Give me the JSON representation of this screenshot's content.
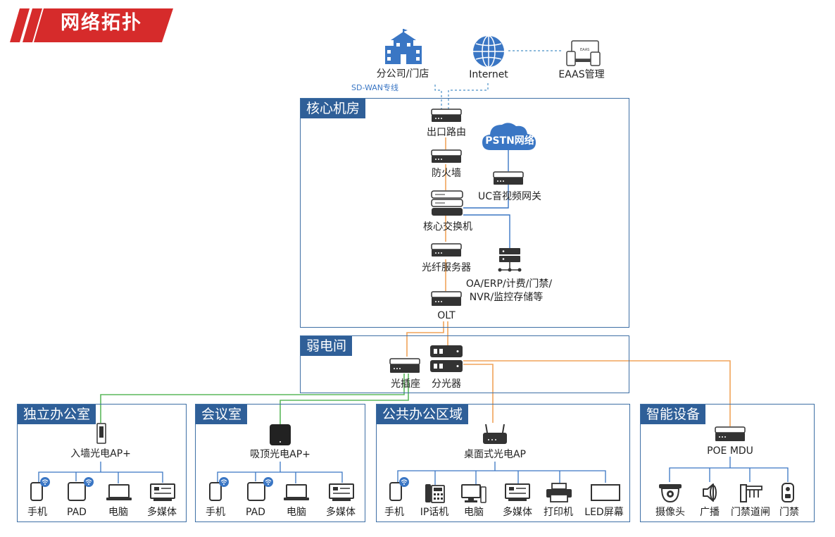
{
  "colors": {
    "accent_red": "#d62b2b",
    "box_border": "#3e6fa5",
    "label_bg": "#2f5f98",
    "fiber": "#f0a35a",
    "green_line": "#5cb85c",
    "blue_line": "#3a76c4",
    "dashed": "#4a90c8"
  },
  "header": {
    "title": "网络拓扑"
  },
  "top": {
    "branch": "分公司/门店",
    "internet": "Internet",
    "eaas": "EAAS管理",
    "eaas_icon_text": "EAAS",
    "sdwan": "SD-WAN专线"
  },
  "core": {
    "title": "核心机房",
    "router": "出口路由",
    "firewall": "防火墙",
    "switch": "核心交换机",
    "fiber_server": "光纤服务器",
    "olt": "OLT",
    "pstn": "PSTN网络",
    "uc_gateway": "UC音视频网关",
    "servers_line1": "OA/ERP/计费/门禁/",
    "servers_line2": "NVR/监控存储等"
  },
  "weak": {
    "title": "弱电间",
    "socket": "光插座",
    "splitter": "分光器"
  },
  "office": {
    "title": "独立办公室",
    "ap": "入墙光电AP+",
    "devices": [
      "手机",
      "PAD",
      "电脑",
      "多媒体"
    ]
  },
  "meeting": {
    "title": "会议室",
    "ap": "吸顶光电AP+",
    "devices": [
      "手机",
      "PAD",
      "电脑",
      "多媒体"
    ]
  },
  "public": {
    "title": "公共办公区域",
    "ap": "桌面式光电AP",
    "devices": [
      "手机",
      "IP话机",
      "电脑",
      "多媒体",
      "打印机",
      "LED屏幕"
    ]
  },
  "smart": {
    "title": "智能设备",
    "mdu": "POE MDU",
    "devices": [
      "摄像头",
      "广播",
      "门禁道闸",
      "门禁"
    ]
  }
}
